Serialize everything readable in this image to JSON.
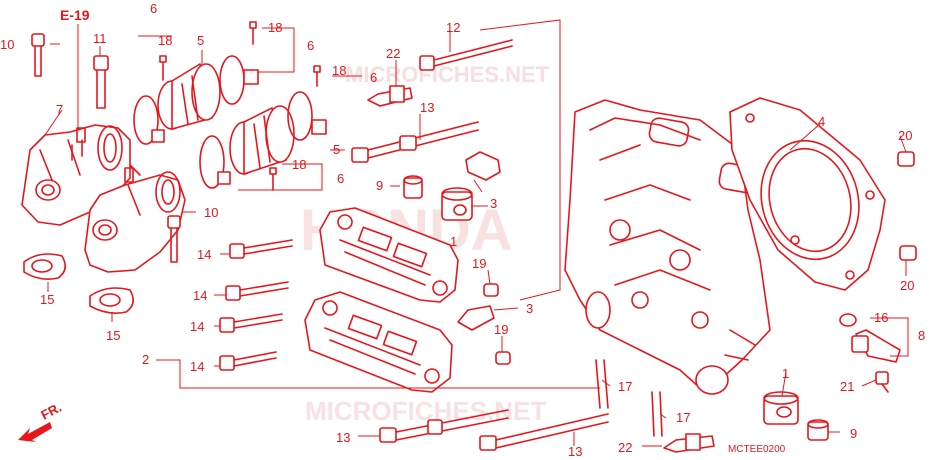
{
  "diagram": {
    "reference": "E-19",
    "diagram_code": "MCTEE0200",
    "front_indicator": "FR.",
    "watermark_brand": "HONDA",
    "watermark_site": "MICROFICHES.NET",
    "line_color": "#e8161c",
    "watermark_color": "#f3c9ca",
    "callouts": [
      {
        "id": "c10a",
        "label": "10"
      },
      {
        "id": "c11",
        "label": "11"
      },
      {
        "id": "c7",
        "label": "7"
      },
      {
        "id": "c6a",
        "label": "6"
      },
      {
        "id": "c18a",
        "label": "18"
      },
      {
        "id": "c5a",
        "label": "5"
      },
      {
        "id": "c18b",
        "label": "18"
      },
      {
        "id": "c6b",
        "label": "6"
      },
      {
        "id": "c18c",
        "label": "18"
      },
      {
        "id": "c6c",
        "label": "6"
      },
      {
        "id": "c5b",
        "label": "5"
      },
      {
        "id": "c18d",
        "label": "18"
      },
      {
        "id": "c6d",
        "label": "6"
      },
      {
        "id": "c10b",
        "label": "10"
      },
      {
        "id": "c12",
        "label": "12"
      },
      {
        "id": "c22a",
        "label": "22"
      },
      {
        "id": "c13a",
        "label": "13"
      },
      {
        "id": "c9a",
        "label": "9"
      },
      {
        "id": "c3a",
        "label": "3"
      },
      {
        "id": "c1a",
        "label": "1"
      },
      {
        "id": "c14a",
        "label": "14"
      },
      {
        "id": "c14b",
        "label": "14"
      },
      {
        "id": "c14c",
        "label": "14"
      },
      {
        "id": "c14d",
        "label": "14"
      },
      {
        "id": "c19a",
        "label": "19"
      },
      {
        "id": "c3b",
        "label": "3"
      },
      {
        "id": "c19b",
        "label": "19"
      },
      {
        "id": "c2",
        "label": "2"
      },
      {
        "id": "c15a",
        "label": "15"
      },
      {
        "id": "c15b",
        "label": "15"
      },
      {
        "id": "c4",
        "label": "4"
      },
      {
        "id": "c20a",
        "label": "20"
      },
      {
        "id": "c20b",
        "label": "20"
      },
      {
        "id": "c16",
        "label": "16"
      },
      {
        "id": "c8",
        "label": "8"
      },
      {
        "id": "c21",
        "label": "21"
      },
      {
        "id": "c1b",
        "label": "1"
      },
      {
        "id": "c17a",
        "label": "17"
      },
      {
        "id": "c17b",
        "label": "17"
      },
      {
        "id": "c13b",
        "label": "13"
      },
      {
        "id": "c13c",
        "label": "13"
      },
      {
        "id": "c22b",
        "label": "22"
      },
      {
        "id": "c9b",
        "label": "9"
      }
    ]
  }
}
